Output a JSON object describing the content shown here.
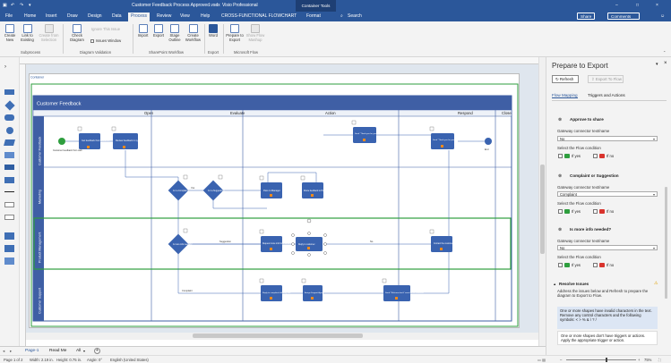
{
  "titlebar": {
    "file_title": "Customer Feedback Process Approved.vsdx",
    "separator": "-",
    "app_name": "Visio Professional",
    "context_tab": "Container Tools",
    "window_controls": [
      "–",
      "□",
      "×"
    ]
  },
  "tabs": {
    "items": [
      "File",
      "Home",
      "Insert",
      "Draw",
      "Design",
      "Data",
      "Process",
      "Review",
      "View",
      "Help",
      "CROSS-FUNCTIONAL FLOWCHART",
      "Format"
    ],
    "active": "Process",
    "search_label": "Search",
    "share_label": "Share",
    "comments_label": "Comments"
  },
  "ribbon": {
    "subprocess": {
      "create_new": "Create New",
      "link_existing": "Link to Existing",
      "create_from_selection": "Create from Selection",
      "group": "Subprocess"
    },
    "validation": {
      "check_diagram": "Check Diagram",
      "ignore_this_issue": "Ignore This Issue",
      "issues_window": "Issues Window",
      "group": "Diagram Validation"
    },
    "sharepoint": {
      "import": "Import",
      "export": "Export",
      "stage_outline": "Stage Outline",
      "create_workflow": "Create Workflow",
      "group": "SharePoint Workflow"
    },
    "export": {
      "word": "Word",
      "group": "Export"
    },
    "flow": {
      "prepare_to_export": "Prepare to Export",
      "show_flow_mashup": "Show Flow Mashup",
      "group": "Microsoft Flow"
    }
  },
  "diagram": {
    "container_label": "Container",
    "pool_title": "Customer Feedback",
    "phases": [
      "Open",
      "Evaluate",
      "Action",
      "Respond",
      "Close"
    ],
    "lanes": [
      "Customer Feedback",
      "Marketing",
      "Product Management",
      "Customer Support"
    ],
    "shapes": {
      "start_label": "Customer feedback from web",
      "receive": "Get feedback from customer",
      "review": "Review feedback in system",
      "complaint_q": "Is it a Complaint?",
      "suggestion_q": "Is it a Suggestion?",
      "pass_to_mgmt": "Pass to Manager",
      "suggestion_box": "Route feedback to Product Mgmt",
      "more_info_q": "Is more info needed?",
      "send_thanks": "Send \"Thank you for your great feedback\" email",
      "reply_thanks": "Send \"Thank you for your suggestion\" email",
      "end_label": "End",
      "request_info": "Request more info from customer",
      "loop_info": "Reply to customer",
      "contact_cust": "Contact the customer",
      "support_a": "Reply to complaint follow-up call",
      "support_b": "Assign Support Agent",
      "support_c": "Send \"Welcome back\" email to the customer",
      "flow_yes": "Yes",
      "flow_no": "No",
      "flow_suggestion": "Suggestion",
      "flow_complaint": "Complaint"
    }
  },
  "page_tabs": {
    "items": [
      "Page-1",
      "Read Me",
      "All"
    ],
    "add": "+"
  },
  "status": {
    "page": "Page 1 of 2",
    "width": "Width: 2.19 in.",
    "height": "Height: 0.75 in.",
    "angle": "Angle: 0°",
    "language": "English (United States)",
    "zoom": "75%"
  },
  "pane": {
    "title": "Prepare to Export",
    "refresh": "Refresh",
    "export_to_flow": "Export To Flow",
    "tabs": [
      "Flow Mapping",
      "Triggers and Actions"
    ],
    "sections": [
      {
        "title": "Approve to share",
        "connector_label": "Gateway connector text/name",
        "connector_value": "No",
        "condition_label": "Select the Flow condition",
        "yes": "If yes",
        "no": "If no"
      },
      {
        "title": "Complaint or Suggestion",
        "connector_label": "Gateway connector text/name",
        "connector_value": "Complaint",
        "condition_label": "Select the Flow condition",
        "yes": "If yes",
        "no": "If no"
      },
      {
        "title": "Is more info needed?",
        "connector_label": "Gateway connector text/name",
        "connector_value": "No",
        "condition_label": "Select the Flow condition",
        "yes": "If yes",
        "no": "If no"
      }
    ],
    "resolve_title": "Resolve Issues",
    "resolve_desc": "Address the issues below and Refresh to prepare the diagram to Export to Flow.",
    "issue1": "One or more shapes have invalid characters in the text. Remove any control characters and the following symbols: < > % & \\ ? /",
    "issue2": "One or more shapes don't have triggers or actions. Apply the appropriate trigger or action.",
    "colors": {
      "accent": "#2b579a",
      "ribbon": "#f3f3f3",
      "lane": "#3f5fa5",
      "green": "#2e9e3e",
      "shape": "#3a63b0"
    }
  }
}
